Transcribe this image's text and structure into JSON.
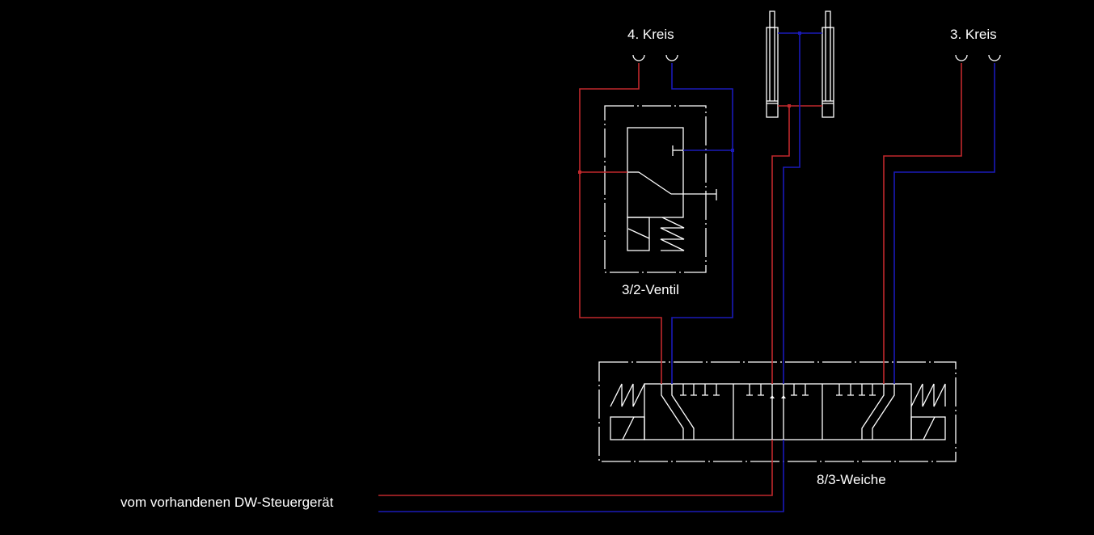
{
  "labels": {
    "circuit_4": "4. Kreis",
    "circuit_3": "3. Kreis",
    "valve_32": "3/2-Ventil",
    "switch_83": "8/3-Weiche",
    "source": "vom vorhandenen DW-Steuergerät"
  },
  "colors": {
    "background": "#000000",
    "symbol": "#ffffff",
    "pressure_line": "#c0282c",
    "return_line": "#1a1ab8"
  }
}
